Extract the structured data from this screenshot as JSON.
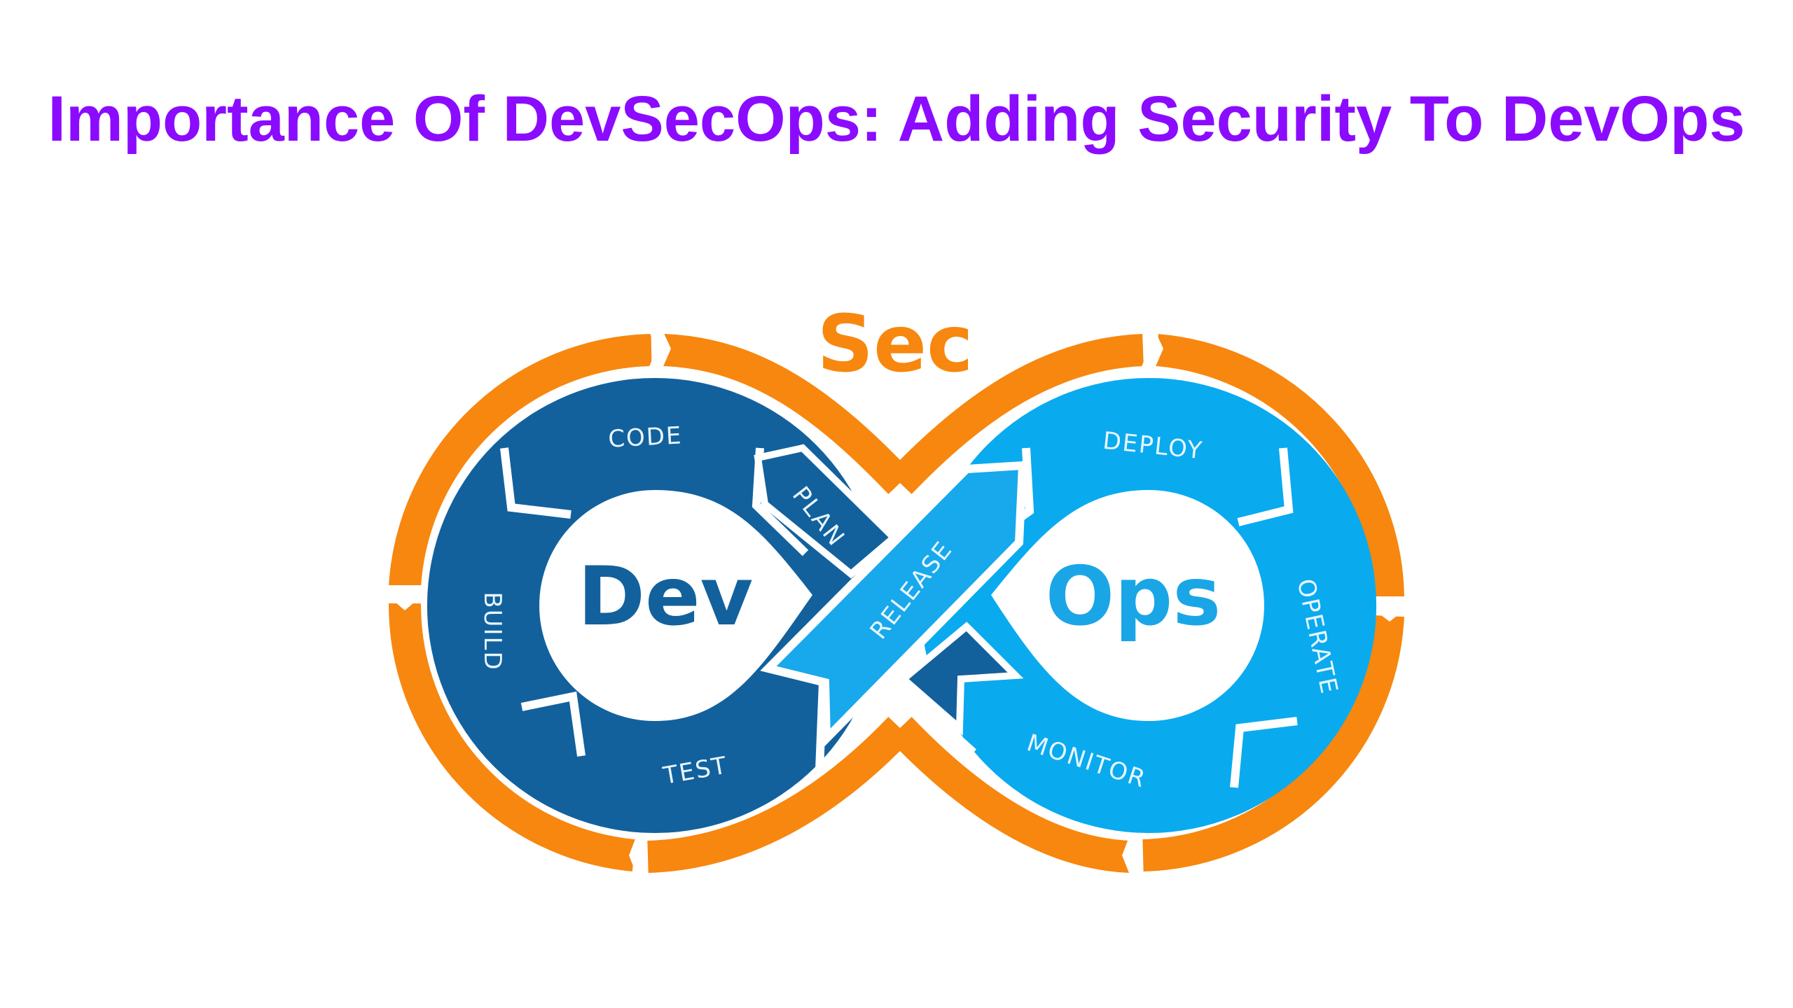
{
  "title": "Importance Of DevSecOps: Adding Security To DevOps",
  "colors": {
    "title": "#8b0bff",
    "orange": "#f7870e",
    "dev_blue": "#12619d",
    "ops_blue": "#0aaaef",
    "release_blue": "#18a8ec",
    "label_text": "#e8f6ff",
    "background": "#ffffff"
  },
  "diagram": {
    "sec_label": "Sec",
    "dev_label": "Dev",
    "ops_label": "Ops",
    "dev_stages": [
      "PLAN",
      "CODE",
      "BUILD",
      "TEST"
    ],
    "bridge_stage": "RELEASE",
    "ops_stages": [
      "DEPLOY",
      "OPERATE",
      "MONITOR"
    ]
  }
}
